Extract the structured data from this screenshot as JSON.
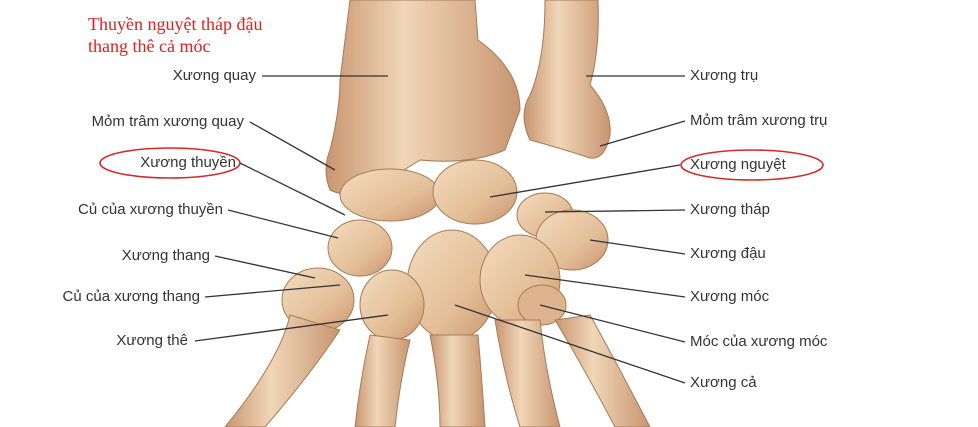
{
  "mnemonic": {
    "line1": "Thuyền nguyệt tháp đậu",
    "line2": "thang thê cả móc"
  },
  "labels_left": {
    "radius": "Xương quay",
    "radial_styloid": "Mỏm trâm xương quay",
    "scaphoid": "Xương thuyền",
    "scaphoid_tubercle": "Củ của xương thuyền",
    "trapezium": "Xương thang",
    "trapezium_tubercle": "Củ của xương thang",
    "trapezoid": "Xương thê"
  },
  "labels_right": {
    "ulna": "Xương trụ",
    "ulnar_styloid": "Mỏm trâm xương trụ",
    "lunate": "Xương nguyệt",
    "triquetrum": "Xương tháp",
    "pisiform": "Xương đậu",
    "hamate": "Xương móc",
    "hook_of_hamate": "Móc của xương móc",
    "capitate": "Xương cả"
  },
  "colors": {
    "bone": "#e8c6a0",
    "bone_shadow": "#c99570",
    "bone_outline": "#a87a55",
    "highlight_circle": "#d42a2a",
    "mnemonic_text": "#e02020",
    "leader_line": "#333333"
  }
}
